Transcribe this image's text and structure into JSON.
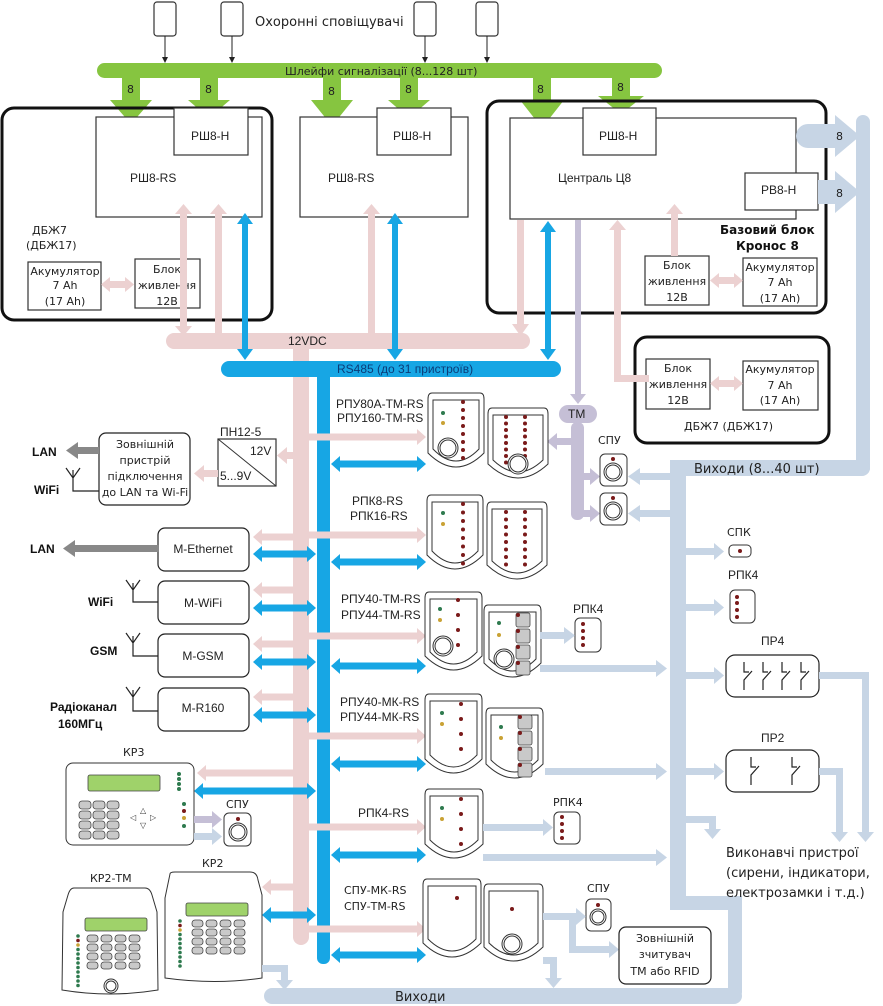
{
  "top": {
    "sensors_label": "Охоронні сповіщувачі",
    "loops_bus_label": "Шлейфи сигналізації (8...128 шт)",
    "loop_count": "8"
  },
  "expander1": {
    "module_label": "РШ8-RS",
    "sub_label": "РШ8-Н",
    "psu_group_label": "ДБЖ7",
    "psu_group_alt": "(ДБЖ17)",
    "battery": [
      "Акумулятор",
      "7 Ah",
      "(17 Ah)"
    ],
    "psu": [
      "Блок",
      "живлення",
      "12В"
    ]
  },
  "expander2": {
    "module_label": "РШ8-RS",
    "sub_label": "РШ8-Н"
  },
  "base": {
    "central_label": "Централь Ц8",
    "sub_label": "РШ8-Н",
    "relay_label": "РВ8-Н",
    "title_line1": "Базовий блок",
    "title_line2": "Кронос 8",
    "psu": [
      "Блок",
      "живлення",
      "12В"
    ],
    "battery": [
      "Акумулятор",
      "7 Ah",
      "(17 Ah)"
    ],
    "out_count": "8"
  },
  "ext_psu": {
    "psu": [
      "Блок",
      "живлення",
      "12В"
    ],
    "battery": [
      "Акумулятор",
      "7 Ah",
      "(17 Ah)"
    ],
    "label": "ДБЖ7 (ДБЖ17)"
  },
  "buses": {
    "power": "12VDC",
    "rs485": "RS485 (до 31 пристроїв)",
    "tm": "ТМ",
    "outputs": "Виходи (8...40 шт)",
    "outputs_bottom": "Виходи"
  },
  "converter": {
    "title": "ПН12-5",
    "in": "12V",
    "out": "5...9V"
  },
  "ext_lan_wifi": {
    "lines": [
      "Зовнішній",
      "пристрій",
      "підключення",
      "до LAN та Wi-Fi"
    ],
    "lan": "LAN",
    "wifi": "WiFi"
  },
  "modules": [
    {
      "label": "M-Ethernet",
      "link": "LAN"
    },
    {
      "label": "M-WiFi",
      "link": "WiFi"
    },
    {
      "label": "M-GSM",
      "link": "GSM"
    },
    {
      "label": "M-R160",
      "link": "Радіоканал",
      "link2": "160МГц"
    }
  ],
  "keypads": {
    "kr3": "КР3",
    "kr2": "КР2",
    "kr2tm": "КР2-ТМ",
    "spu": "СПУ"
  },
  "devices": [
    {
      "line1": "РПУ80А-ТМ-RS",
      "line2": "РПУ160-ТМ-RS"
    },
    {
      "line1": "РПК8-RS",
      "line2": "РПК16-RS"
    },
    {
      "line1": "РПУ40-ТМ-RS",
      "line2": "РПУ44-ТМ-RS"
    },
    {
      "line1": "РПУ40-МК-RS",
      "line2": "РПУ44-МК-RS"
    },
    {
      "line1": "РПК4-RS",
      "line2": ""
    },
    {
      "line1": "СПУ-МК-RS",
      "line2": "СПУ-ТМ-RS"
    }
  ],
  "right": {
    "spu": "СПУ",
    "spk": "СПК",
    "rpk4": "РПК4",
    "pr4": "ПР4",
    "pr2": "ПР2",
    "actuators": [
      "Виконавчі пристрої",
      "(сирени, індикатори,",
      "електрозамки і т.д.)"
    ],
    "ext_reader": [
      "Зовнішній",
      "зчитувач",
      "ТМ або RFID"
    ]
  },
  "colors": {
    "loops": "#86c540",
    "power": "#ecd1d1",
    "rs485": "#17a6e4",
    "outputs": "#c7d5e5",
    "tm": "#c5bfd6"
  }
}
